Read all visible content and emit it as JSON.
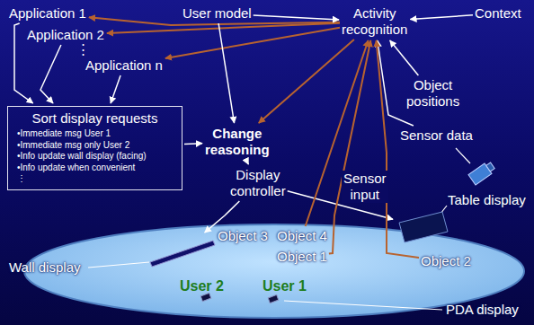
{
  "diagram": {
    "nodes": [
      {
        "text": [
          "Application 1"
        ]
      },
      {
        "text": [
          "Application 2"
        ]
      },
      {
        "text": [
          "Application n"
        ]
      },
      {
        "text": [
          "User model"
        ]
      },
      {
        "text": [
          "Activity recognition"
        ]
      },
      {
        "text": [
          "Context"
        ]
      },
      {
        "text": [
          "Object positions"
        ]
      },
      {
        "text": [
          "Sensor data"
        ]
      },
      {
        "text": [
          "Sort display requests",
          "•Immediate msg User 1",
          "•Immediate msg only User 2",
          "•Info update wall display (facing)",
          "•Info update when convenient",
          "⋮"
        ]
      },
      {
        "text": [
          "Change reasoning"
        ]
      },
      {
        "text": [
          "Display controller"
        ]
      },
      {
        "text": [
          "Object 3"
        ]
      },
      {
        "text": [
          "Object 4"
        ]
      },
      {
        "text": [
          "Object 1"
        ]
      },
      {
        "text": [
          "Object 2"
        ]
      },
      {
        "text": [
          "Wall display"
        ]
      },
      {
        "text": [
          "Table display"
        ]
      },
      {
        "text": [
          "PDA display"
        ]
      }
    ],
    "edges": [
      {
        "from": 4,
        "to": 0,
        "arrow": "to"
      },
      {
        "from": 4,
        "to": 1,
        "arrow": "to"
      },
      {
        "from": 4,
        "to": 2,
        "arrow": "to"
      },
      {
        "from": 3,
        "to": 4,
        "arrow": "to"
      },
      {
        "from": 3,
        "to": 9,
        "arrow": "to"
      },
      {
        "from": 5,
        "to": 4,
        "arrow": "to"
      },
      {
        "from": 6,
        "to": 4,
        "arrow": "to"
      },
      {
        "from": 7,
        "to": 4,
        "arrow": "to"
      },
      {
        "from": 0,
        "to": 8,
        "arrow": "to"
      },
      {
        "from": 1,
        "to": 8,
        "arrow": "to"
      },
      {
        "from": 2,
        "to": 8,
        "arrow": "to"
      },
      {
        "from": 8,
        "to": 9,
        "arrow": "to"
      },
      {
        "from": 4,
        "to": 9,
        "arrow": "to"
      },
      {
        "from": 9,
        "to": 10,
        "arrow": "to"
      },
      {
        "from": 10,
        "to": 15,
        "arrow": "to"
      },
      {
        "from": 10,
        "to": 16,
        "arrow": "to"
      },
      {
        "from": 12,
        "to": 4,
        "arrow": "to"
      },
      {
        "from": 13,
        "to": 4,
        "arrow": "to"
      },
      {
        "from": 14,
        "to": 4,
        "arrow": "to"
      }
    ],
    "labels": [
      "⋮",
      "Sensor input",
      "User 2",
      "User 1"
    ]
  }
}
